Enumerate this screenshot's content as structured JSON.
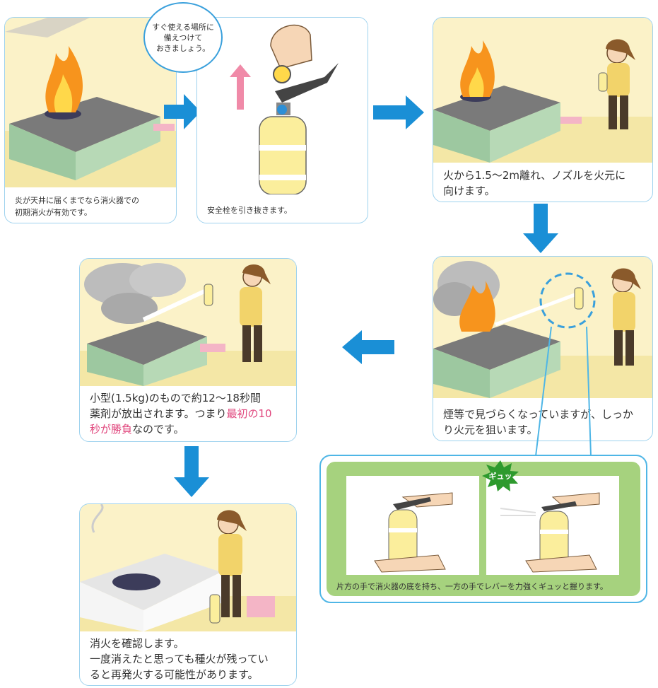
{
  "steps": [
    {
      "caption": "炎が天井に届くまでなら消火器での\n初期消火が有効です。"
    },
    {
      "caption": "安全栓を引き抜きます。",
      "bubble": "すぐ使える場所に\n備えつけて\nおきましょう。"
    },
    {
      "caption": "火から1.5〜2m離れ、ノズルを火元に\n向けます。"
    },
    {
      "caption": "煙等で見づらくなっていますが、しっか\nり火元を狙います。"
    },
    {
      "caption_before": "小型(1.5kg)のもので約12〜18秒間\n薬剤が放出されます。つまり",
      "caption_highlight": "最初の10\n秒が勝負",
      "caption_after": "なのです。"
    },
    {
      "caption": "消火を確認します。\n一度消えたと思っても種火が残ってい\nると再発火する可能性があります。"
    }
  ],
  "detail": {
    "burst_label": "ギュッ",
    "caption": "片方の手で消火器の底を持ち、一方の手でレバーを力強くギュッと握ります。"
  },
  "colors": {
    "arrow": "#1a8fd6",
    "border": "#9ed2ee",
    "highlight": "#e0457c",
    "panel_green": "#a6d27e"
  }
}
